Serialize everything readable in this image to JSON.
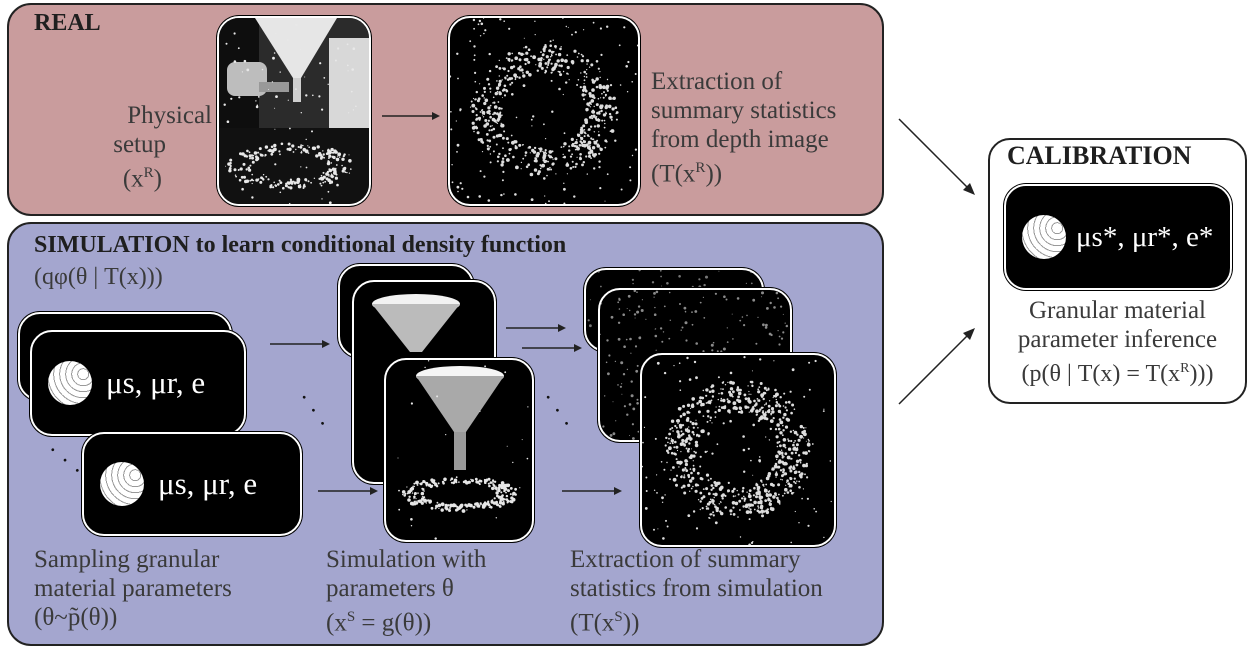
{
  "real": {
    "title": "REAL",
    "setup_label": [
      "Physical",
      "setup",
      "(x",
      "R",
      ")"
    ],
    "extraction_label": [
      "Extraction of",
      "summary statistics",
      "from depth image",
      "(T(x",
      "R",
      "))"
    ]
  },
  "simulation": {
    "title": "SIMULATION to learn conditional density function",
    "density": "(qφ(θ | T(x)))",
    "param_text": "μs, μr, e",
    "sampling_label": [
      "Sampling granular",
      "material parameters",
      "(θ~p̃(θ))"
    ],
    "simulation_label": [
      "Simulation with",
      "parameters θ",
      "(x",
      "S",
      " = g(θ))"
    ],
    "extraction_label": [
      "Extraction of summary",
      "statistics from simulation",
      "(T(x",
      "S",
      "))"
    ]
  },
  "calibration": {
    "title": "CALIBRATION",
    "param_text": "μs*, μr*, e*",
    "label": [
      "Granular material",
      "parameter inference",
      "(p(θ | T(x) = T(x",
      "R",
      ")))"
    ]
  },
  "ellipsis": "· · ·"
}
